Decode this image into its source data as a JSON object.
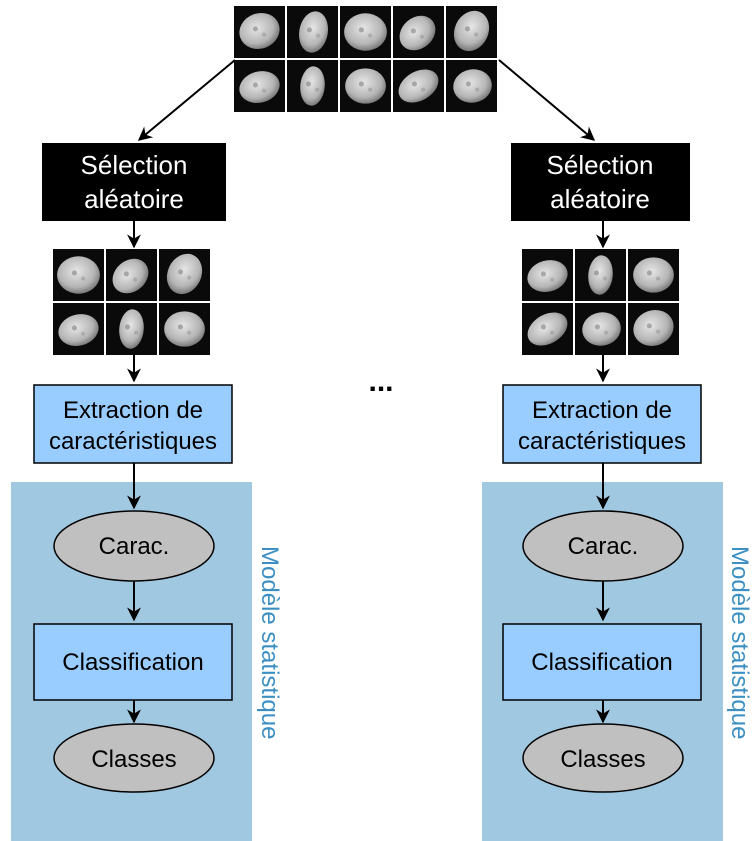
{
  "colors": {
    "model_panel": "#a0c8e0",
    "process_box": "#99ccff",
    "oval": "#c0c0c0",
    "selection_box": "#000000",
    "side_label": "#3b8fc2",
    "cell_tile": "#0a0a0a",
    "nucleus": "#c8c8c8"
  },
  "top": {
    "tile_count": 10
  },
  "ellipsis": "...",
  "branches": [
    {
      "selection": [
        "Sélection",
        "aléatoire"
      ],
      "sample_tile_count": 6,
      "extraction": [
        "Extraction de",
        "caractéristiques"
      ],
      "features": "Carac.",
      "classification": "Classification",
      "classes": "Classes",
      "model_label": "Modèle statistique"
    },
    {
      "selection": [
        "Sélection",
        "aléatoire"
      ],
      "sample_tile_count": 6,
      "extraction": [
        "Extraction de",
        "caractéristiques"
      ],
      "features": "Carac.",
      "classification": "Classification",
      "classes": "Classes",
      "model_label": "Modèle statistique"
    }
  ]
}
